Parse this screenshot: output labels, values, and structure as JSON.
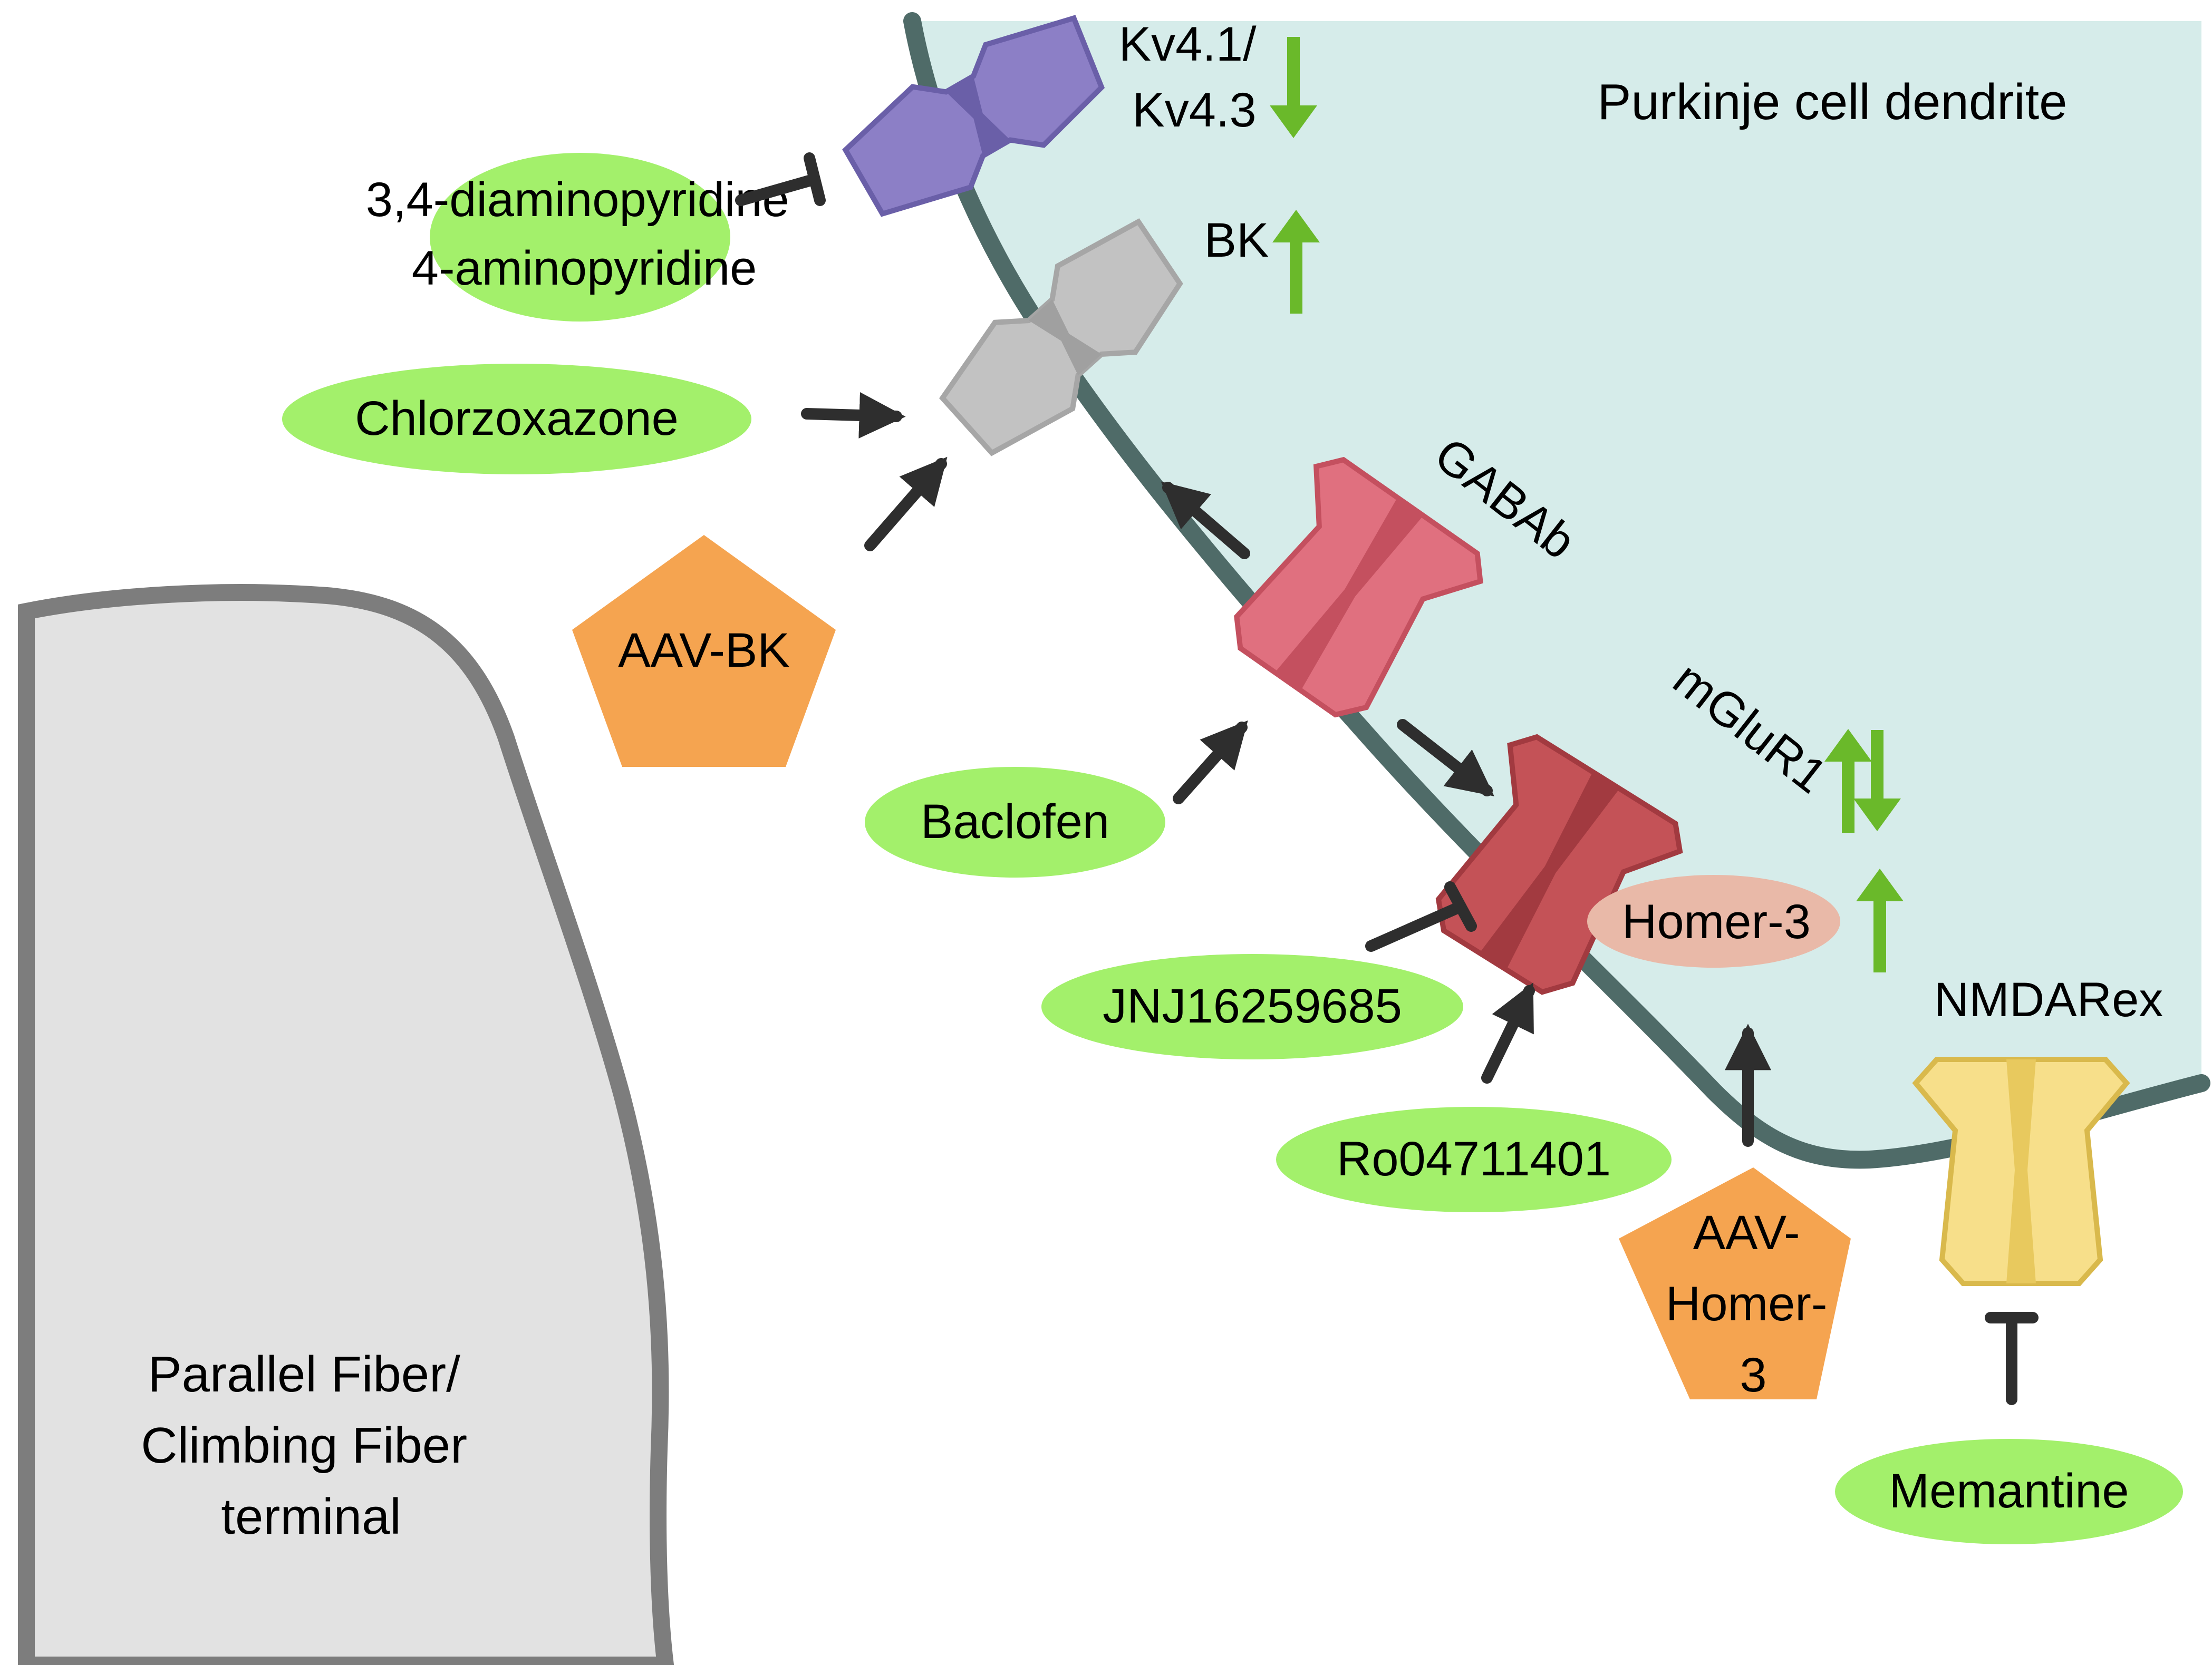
{
  "regions": {
    "dendrite_label": "Purkinje cell dendrite",
    "terminal_label": [
      "Parallel Fiber/",
      "Climbing Fiber",
      "terminal"
    ]
  },
  "receptors": {
    "kv": [
      "Kv4.1/",
      "Kv4.3"
    ],
    "bk": "BK",
    "gabab": "GABAb",
    "mglur1": "mGluR1",
    "homer": "Homer-3",
    "nmda": "NMDARex"
  },
  "drugs": {
    "diaminopyridine": [
      "3,4-diaminopyridine",
      "4-aminopyridine"
    ],
    "chlorzoxazone": "Chlorzoxazone",
    "baclofen": "Baclofen",
    "jnj": "JNJ16259685",
    "ro": "Ro04711401",
    "memantine": "Memantine"
  },
  "gene_therapies": {
    "aav_bk": "AAV-BK",
    "aav_homer": [
      "AAV-",
      "Homer-",
      "3"
    ]
  },
  "colors": {
    "dendrite_fill": "#d6ecea",
    "membrane": "#4f6b68",
    "terminal_fill": "#e2e2e2",
    "terminal_border": "#7d7d7d",
    "drug_fill": "#a3f06b",
    "gene_fill": "#f5a450",
    "arrow": "#2e2e2e",
    "trend_arrow": "#6ab92a",
    "kv_channel": "#8c7fc6",
    "bk_channel": "#c2c2c2",
    "gabab_receptor": "#e0707f",
    "mglur1_receptor": "#c45257",
    "homer_fill": "#e9b9a8",
    "nmda_receptor": "#f7df8a"
  },
  "trend_indicators": {
    "kv": [
      "down"
    ],
    "bk": [
      "up"
    ],
    "mglur1": [
      "up",
      "down"
    ],
    "homer": [
      "up"
    ]
  }
}
